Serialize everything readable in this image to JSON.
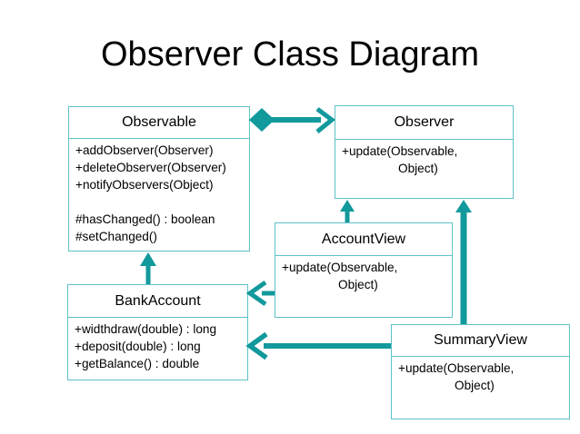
{
  "title": "Observer Class Diagram",
  "colors": {
    "accent": "#12999c",
    "box_border": "#5ec2c5",
    "text": "#000000",
    "background": "#ffffff"
  },
  "classes": [
    {
      "name": "Observable",
      "members": [
        "+addObserver(Observer)",
        "+deleteObserver(Observer)",
        "+notifyObservers(Object)",
        "",
        "#hasChanged() : boolean",
        "#setChanged()"
      ]
    },
    {
      "name": "Observer",
      "members": [
        "+update(Observable,",
        "Object)"
      ]
    },
    {
      "name": "AccountView",
      "members": [
        "+update(Observable,",
        "Object)"
      ]
    },
    {
      "name": "BankAccount",
      "members": [
        "+widthdraw(double) : long",
        "+deposit(double) : long",
        "+getBalance() : double"
      ]
    },
    {
      "name": "SummaryView",
      "members": [
        "+update(Observable,",
        "Object)"
      ]
    }
  ],
  "relationships": [
    {
      "from": "Observable",
      "to": "Observer",
      "type": "aggregation-with-open-arrow"
    },
    {
      "from": "BankAccount",
      "to": "Observable",
      "type": "solid-arrow-up"
    },
    {
      "from": "AccountView",
      "to": "Observer",
      "type": "solid-arrow-up"
    },
    {
      "from": "SummaryView",
      "to": "Observer",
      "type": "solid-arrow-up"
    },
    {
      "from": "AccountView",
      "to": "BankAccount",
      "type": "open-arrow-left"
    },
    {
      "from": "SummaryView",
      "to": "BankAccount",
      "type": "open-arrow-left"
    }
  ]
}
